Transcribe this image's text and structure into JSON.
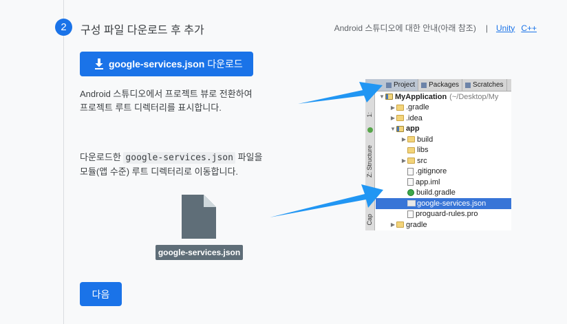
{
  "step": {
    "number": "2",
    "title": "구성 파일 다운로드 후 추가",
    "android_guide_text": "Android 스튜디오에 대한 안내(아래 참조)",
    "separator": "|",
    "links": [
      "Unity",
      "C++"
    ]
  },
  "download_button": {
    "filename": "google-services.json",
    "action": "다운로드",
    "icon": "download-icon"
  },
  "instructions": {
    "line1a": "Android 스튜디오에서 프로젝트 뷰로 전환하여",
    "line1b": "프로젝트 루트 디렉터리를 표시합니다.",
    "line2_prefix": "다운로드한 ",
    "line2_code": "google-services.json",
    "line2_suffix": " 파일을",
    "line2b": "모듈(앱 수준) 루트 디렉터리로 이동합니다."
  },
  "file_badge": {
    "label": "google-services.json",
    "icon": "file-icon"
  },
  "next_button": {
    "label": "다음"
  },
  "ide": {
    "tabs": [
      "Project",
      "Packages",
      "Scratches"
    ],
    "side_labels": [
      "1:",
      "Z: Structure",
      "Cap"
    ],
    "tree": [
      {
        "label": "MyApplication",
        "suffix": "(~/Desktop/My",
        "type": "folder-mod",
        "arrow": "▼",
        "bold": true
      },
      {
        "label": ".gradle",
        "type": "folder",
        "arrow": "▶"
      },
      {
        "label": ".idea",
        "type": "folder",
        "arrow": "▶"
      },
      {
        "label": "app",
        "type": "folder-mod",
        "arrow": "▼",
        "bold": true
      },
      {
        "label": "build",
        "type": "folder",
        "arrow": "▶"
      },
      {
        "label": "libs",
        "type": "folder",
        "arrow": ""
      },
      {
        "label": "src",
        "type": "folder",
        "arrow": "▶"
      },
      {
        "label": ".gitignore",
        "type": "file",
        "arrow": ""
      },
      {
        "label": "app.iml",
        "type": "file",
        "arrow": ""
      },
      {
        "label": "build.gradle",
        "type": "gradle",
        "arrow": ""
      },
      {
        "label": "google-services.json",
        "type": "json",
        "arrow": "",
        "selected": true
      },
      {
        "label": "proguard-rules.pro",
        "type": "file",
        "arrow": ""
      },
      {
        "label": "gradle",
        "type": "folder",
        "arrow": "▶"
      }
    ]
  },
  "colors": {
    "primary": "#1a73e8",
    "arrow": "#2196f3",
    "selection": "#3875d7"
  }
}
